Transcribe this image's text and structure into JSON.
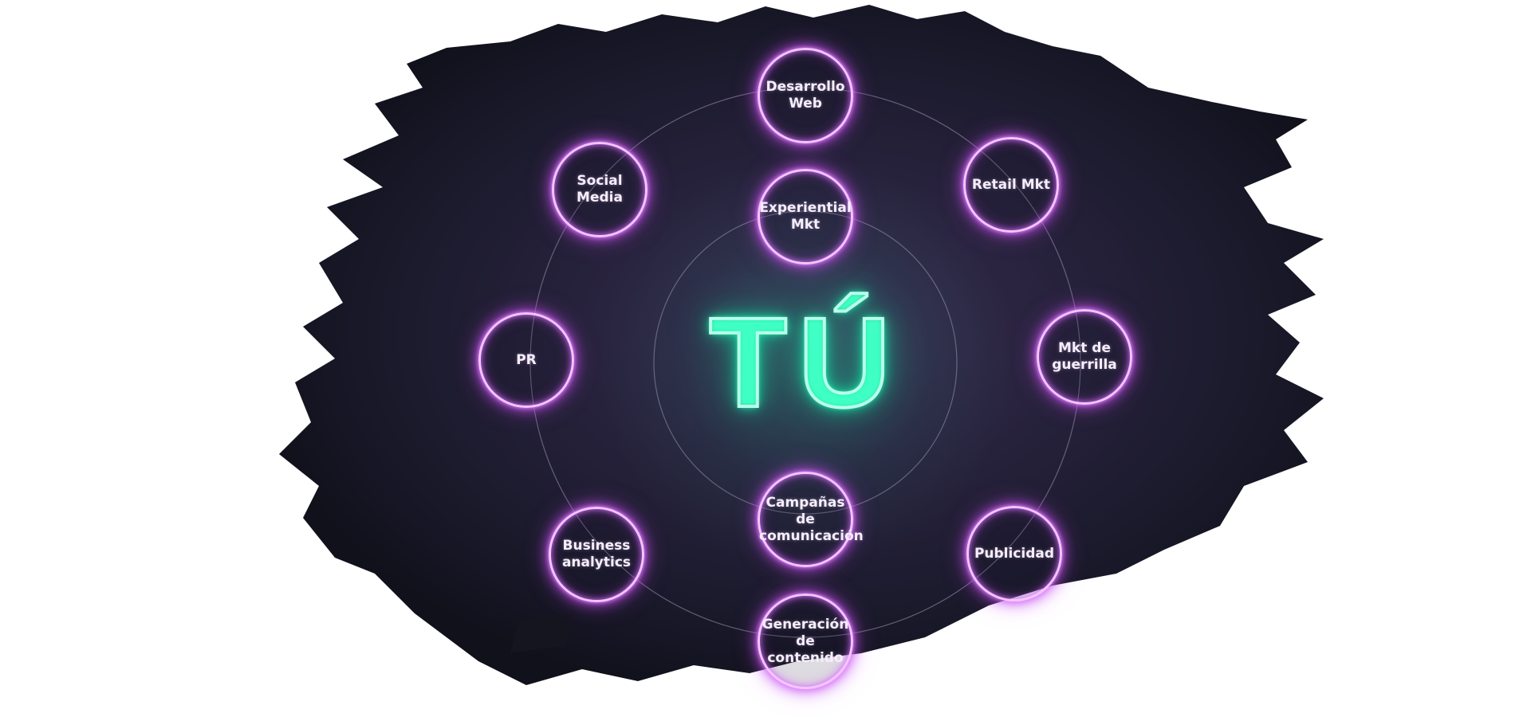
{
  "center": {
    "label": "TÚ"
  },
  "nodes": [
    {
      "id": "desarrollo-web",
      "label": "Desarrollo\nWeb",
      "ring": "outer"
    },
    {
      "id": "retail-mkt",
      "label": "Retail Mkt",
      "ring": "outer"
    },
    {
      "id": "mkt-de-guerrilla",
      "label": "Mkt de\nguerrilla",
      "ring": "outer"
    },
    {
      "id": "publicidad",
      "label": "Publicidad",
      "ring": "outer"
    },
    {
      "id": "generacion-de-contenido",
      "label": "Generación\nde contenido",
      "ring": "outer"
    },
    {
      "id": "business-analytics",
      "label": "Business\nanalytics",
      "ring": "outer"
    },
    {
      "id": "pr",
      "label": "PR",
      "ring": "outer"
    },
    {
      "id": "social-media",
      "label": "Social\nMedia",
      "ring": "outer"
    },
    {
      "id": "experiential-mkt",
      "label": "Experiential\nMkt",
      "ring": "inner"
    },
    {
      "id": "campanas-de-comunicacion",
      "label": "Campañas de\ncomunicación",
      "ring": "inner"
    }
  ],
  "colors": {
    "background_blob": "#1a1a2e",
    "node_glow": "#d66cff",
    "center_glow": "#19e6a9",
    "ring_line": "#9a98b0"
  }
}
